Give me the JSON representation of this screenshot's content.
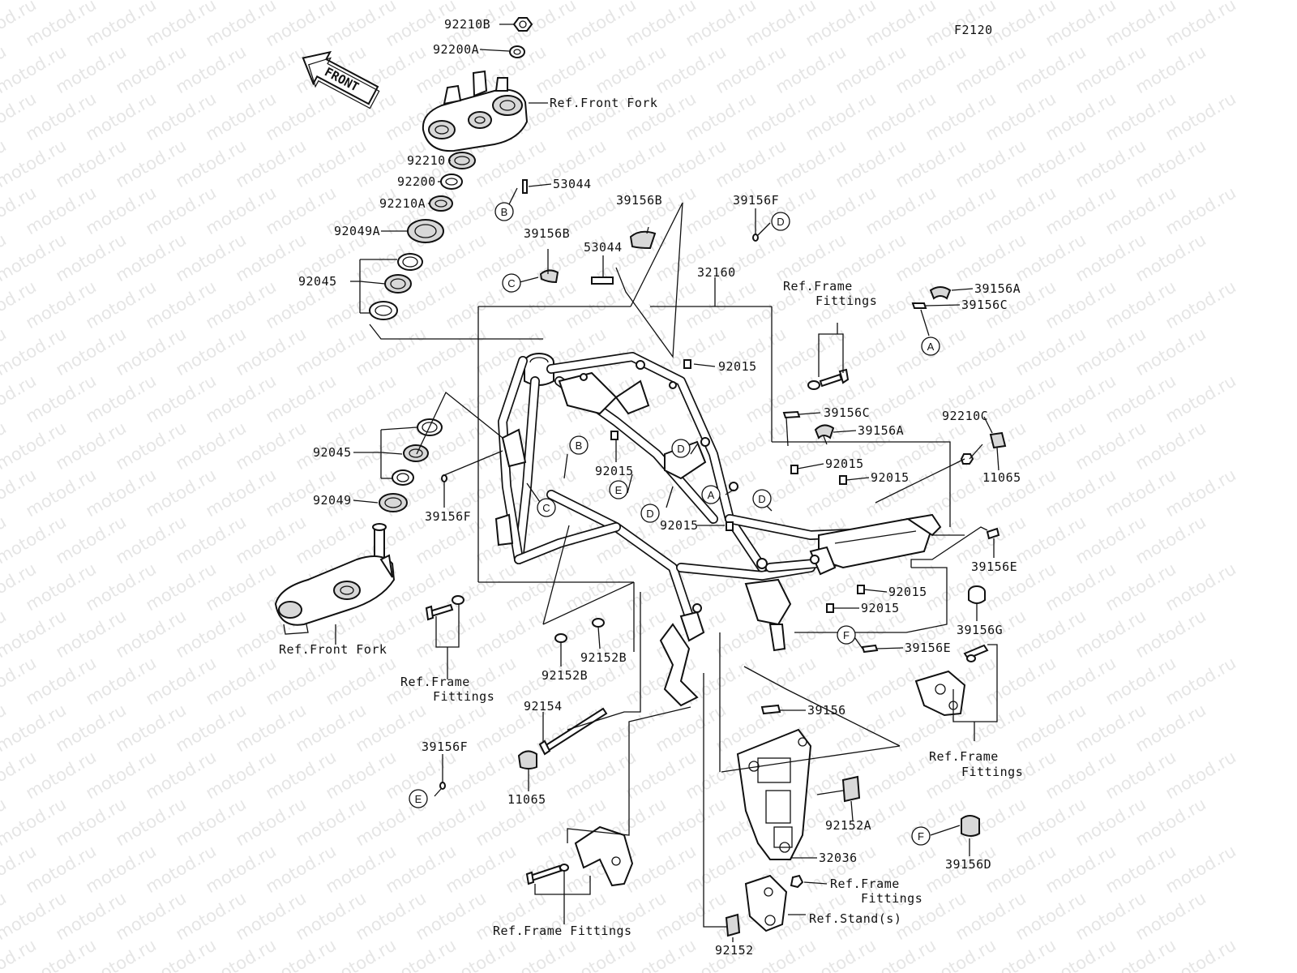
{
  "figure_code": "F2120",
  "watermark_text": "motod.ru",
  "front_label": "FRONT",
  "labels": {
    "n92210B": "92210B",
    "n92200A": "92200A",
    "ref_front_fork_top": "Ref.Front Fork",
    "n92210": "92210",
    "n92200": "92200",
    "n53044_top": "53044",
    "n92210A": "92210A",
    "n39156B_mid": "39156B",
    "n39156F_top": "39156F",
    "n92049A": "92049A",
    "n39156B_left": "39156B",
    "n53044_mid": "53044",
    "n92045_top": "92045",
    "n32160": "32160",
    "ref_frame_fittings_top_1": "Ref.Frame",
    "ref_frame_fittings_top_2": "Fittings",
    "n39156A_top": "39156A",
    "n39156C_top": "39156C",
    "n92015_a": "92015",
    "n39156C_mid": "39156C",
    "n92210C": "92210C",
    "n39156A_mid": "39156A",
    "n92045_bot": "92045",
    "n92015_b": "92015",
    "n92015_c": "92015",
    "n92015_d": "92015",
    "n11065_right": "11065",
    "n92049": "92049",
    "n39156F_mid": "39156F",
    "n92015_e": "92015",
    "n39156E_right": "39156E",
    "n92015_f": "92015",
    "n92015_g": "92015",
    "n39156G": "39156G",
    "ref_front_fork_bot": "Ref.Front Fork",
    "n92152B_a": "92152B",
    "n92152B_b": "92152B",
    "n39156E_bot": "39156E",
    "ref_frame_fittings_left_1": "Ref.Frame",
    "ref_frame_fittings_left_2": "Fittings",
    "n92154": "92154",
    "n39156": "39156",
    "n39156F_bot": "39156F",
    "ref_frame_fittings_right_1": "Ref.Frame",
    "ref_frame_fittings_right_2": "Fittings",
    "n11065_bot": "11065",
    "n92152A": "92152A",
    "n39156D": "39156D",
    "n32036": "32036",
    "ref_frame_fittings_low_1": "Ref.Frame",
    "ref_frame_fittings_low_2": "Fittings",
    "ref_stands": "Ref.Stand(s)",
    "ref_frame_fittings_bottom": "Ref.Frame Fittings",
    "n92152": "92152"
  },
  "callouts": {
    "A": "A",
    "B": "B",
    "C": "C",
    "D": "D",
    "E": "E",
    "F": "F"
  }
}
